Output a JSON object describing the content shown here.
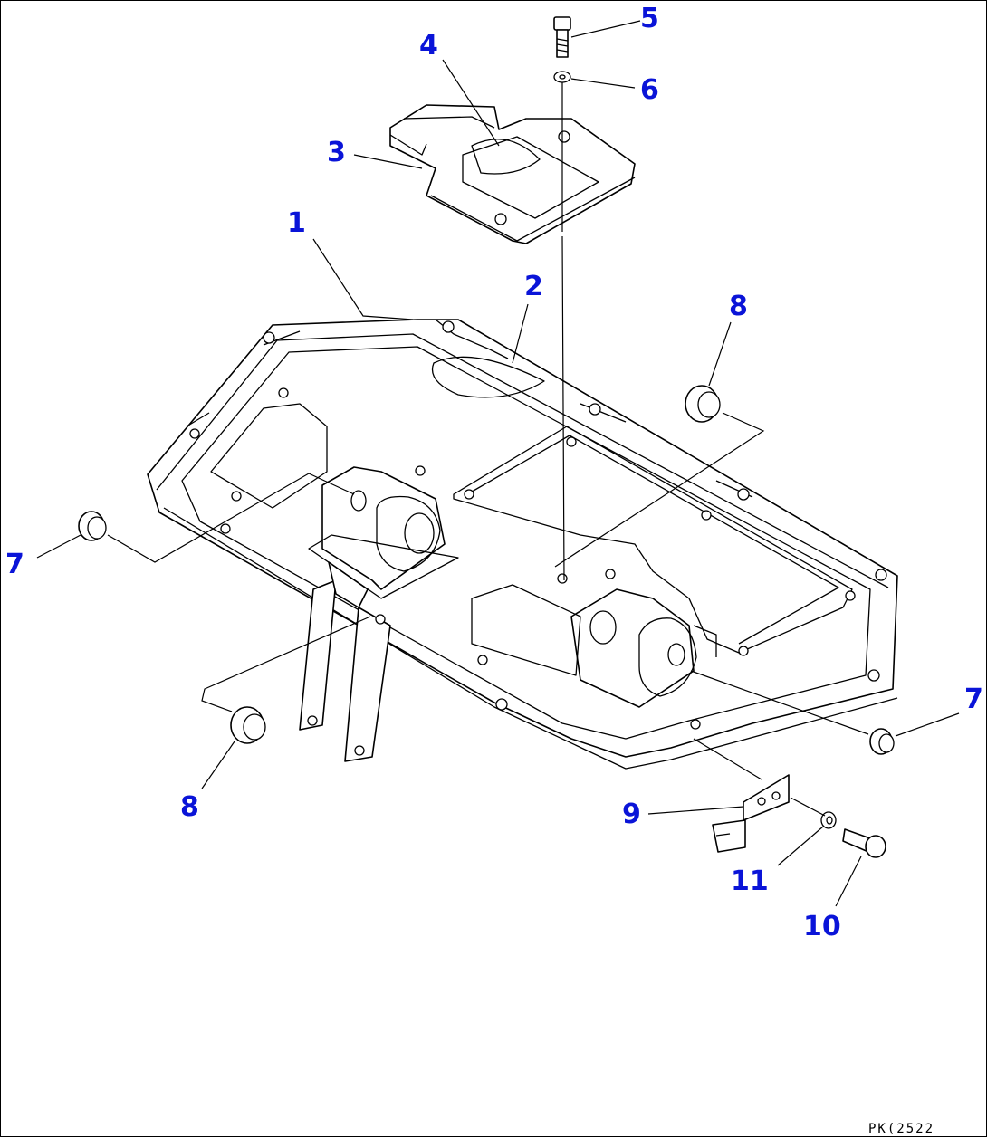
{
  "drawing": {
    "callouts": [
      {
        "id": "c1",
        "text": "1"
      },
      {
        "id": "c2",
        "text": "2"
      },
      {
        "id": "c3",
        "text": "3"
      },
      {
        "id": "c4",
        "text": "4"
      },
      {
        "id": "c5",
        "text": "5"
      },
      {
        "id": "c6",
        "text": "6"
      },
      {
        "id": "c7a",
        "text": "7"
      },
      {
        "id": "c7b",
        "text": "7"
      },
      {
        "id": "c8a",
        "text": "8"
      },
      {
        "id": "c8b",
        "text": "8"
      },
      {
        "id": "c9",
        "text": "9"
      },
      {
        "id": "c10",
        "text": "10"
      },
      {
        "id": "c11",
        "text": "11"
      }
    ],
    "drawing_code": "PK(2522",
    "colors": {
      "callout": "#0a14d8",
      "line": "#000000",
      "background": "#ffffff"
    }
  }
}
